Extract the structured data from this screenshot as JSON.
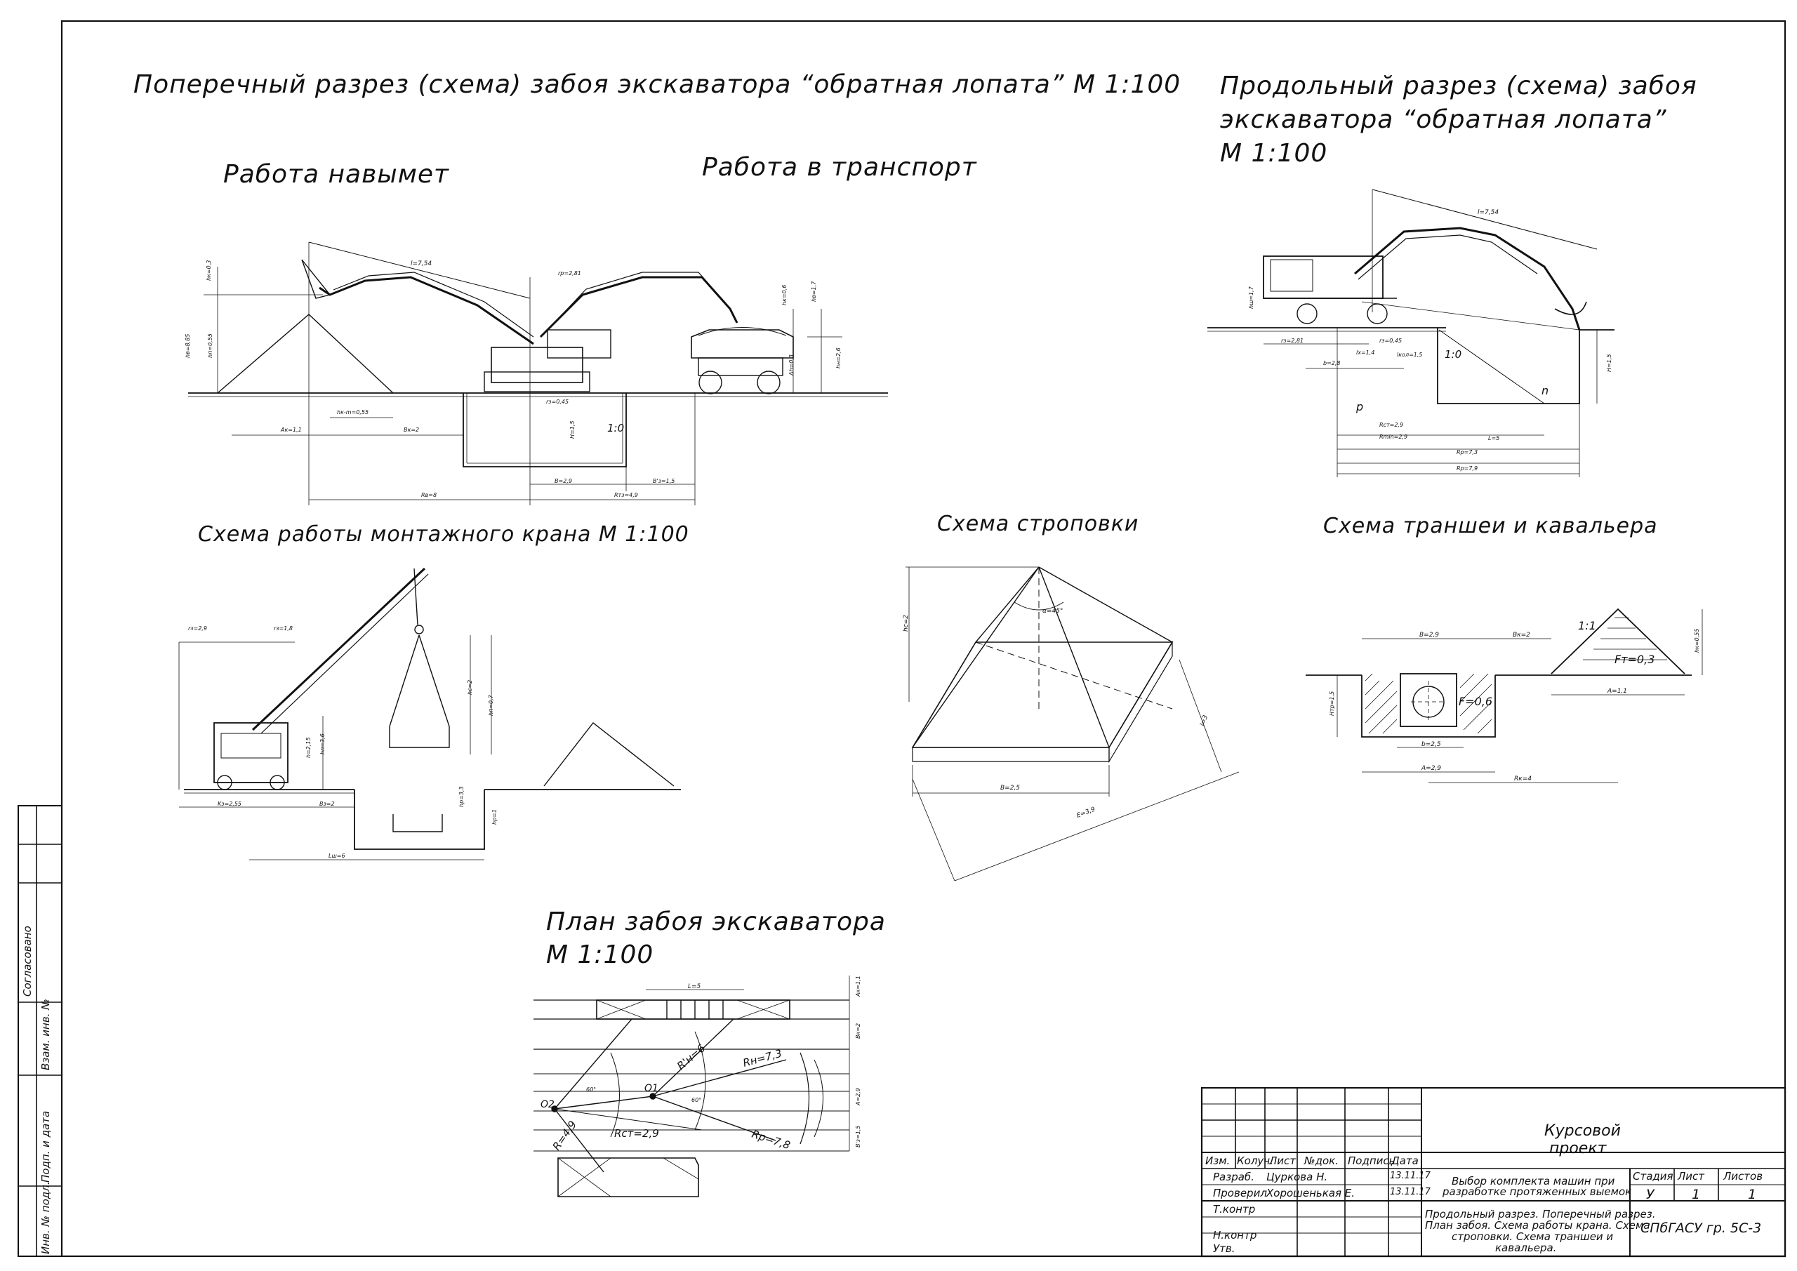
{
  "titles": {
    "cross_section": "Поперечный разрез (схема) забоя экскаватора “обратная лопата” М 1:100",
    "work_dump": "Работа навымет",
    "work_transport": "Работа в транспорт",
    "longitudinal_line1": "Продольный разрез (схема) забоя",
    "longitudinal_line2": "экскаватора “обратная лопата”",
    "longitudinal_line3": "М 1:100",
    "crane": "Схема работы монтажного крана М 1:100",
    "slinging": "Схема строповки",
    "trench": "Схема траншеи и кавальера",
    "plan_line1": "План забоя экскаватора",
    "plan_line2": "М 1:100"
  },
  "dims": {
    "cross": [
      "l=7,54",
      "hк=0,3",
      "hв=8,85",
      "hп=0,55",
      "hк-m=0,55",
      "Aк=1,1",
      "Bк=2",
      "rз=0,45",
      "H=1,5",
      "B=2,9",
      "B'з=1,5",
      "Rв=8",
      "Rтз=4,9",
      "rр=2,81",
      "hн=2,6",
      "Δh=0,3",
      "hк=0,6",
      "hв=1,7",
      "1:0"
    ],
    "longitudinal": [
      "l=7,54",
      "hш=1,7",
      "rз=2,81",
      "rз=0,45",
      "lх=1,4",
      "lкол=1,5",
      "b=2,8",
      "1:0",
      "H=1,5",
      "Rст=2,9",
      "Rmin=2,9",
      "Rр=7,3",
      "L=5",
      "Rр=7,9",
      "p",
      "n"
    ],
    "crane": [
      "rз=2,9",
      "rз=1,8",
      "hс=2",
      "hп=0,7",
      "hр=3,3",
      "hр=1",
      "Kз=2,55",
      "Bз=2",
      "Lш=6",
      "h=2,15",
      "hп=3,6"
    ],
    "slinging": [
      "hс=2",
      "α=45°",
      "B=2,5",
      "l=3",
      "E=3,9"
    ],
    "trench": [
      "B=2,9",
      "Bк=2",
      "1:1",
      "Fт=0,3",
      "hк=0,55",
      "A=1,1",
      "Hтр=1,5",
      "F=0,6",
      "b=2,5",
      "A=2,9",
      "Rк=4"
    ],
    "plan": [
      "L=5",
      "Aк=1,1",
      "Bк=2",
      "A=2,9",
      "B'з=1,5",
      "R'н=6",
      "Rн=7,3",
      "Rр=7,8",
      "Rст=2,9",
      "R=4,9",
      "O1",
      "O2",
      "60°",
      "60°"
    ]
  },
  "stamp": {
    "course_line1": "Курсовой",
    "course_line2": "проект",
    "hdr_izm": "Изм.",
    "hdr_koluch": "Колуч.",
    "hdr_list": "Лист",
    "hdr_ndok": "№док.",
    "hdr_podpis": "Подпись",
    "hdr_data": "Дата",
    "razrab_label": "Разраб.",
    "razrab_name": "Цуркова Н.",
    "razrab_date": "13.11.17",
    "prov_label": "Проверил",
    "prov_name": "Хорошенькая Е.",
    "prov_date": "13.11.17",
    "tkontr_label": "Т.контр",
    "nkontr_label": "Н.контр",
    "utv_label": "Утв.",
    "subject_line1": "Выбор комплекта машин при",
    "subject_line2": "разработке протяженных выемок",
    "col_stadia": "Стадия",
    "col_list": "Лист",
    "col_listov": "Листов",
    "val_stadia": "У",
    "val_list": "1",
    "val_listov": "1",
    "desc_line1": "Продольный разрез. Поперечный разрез.",
    "desc_line2": "План забоя. Схема работы крана. Схема",
    "desc_line3": "строповки. Схема траншеи и",
    "desc_line4": "кавальера.",
    "org": "СПбГАСУ гр. 5С-3"
  },
  "side_stamp": {
    "soglasovano": "Согласовано",
    "vzam": "Взам. инв. №",
    "podp_data": "Подп. и дата",
    "inv_podl": "Инв. № подл."
  }
}
